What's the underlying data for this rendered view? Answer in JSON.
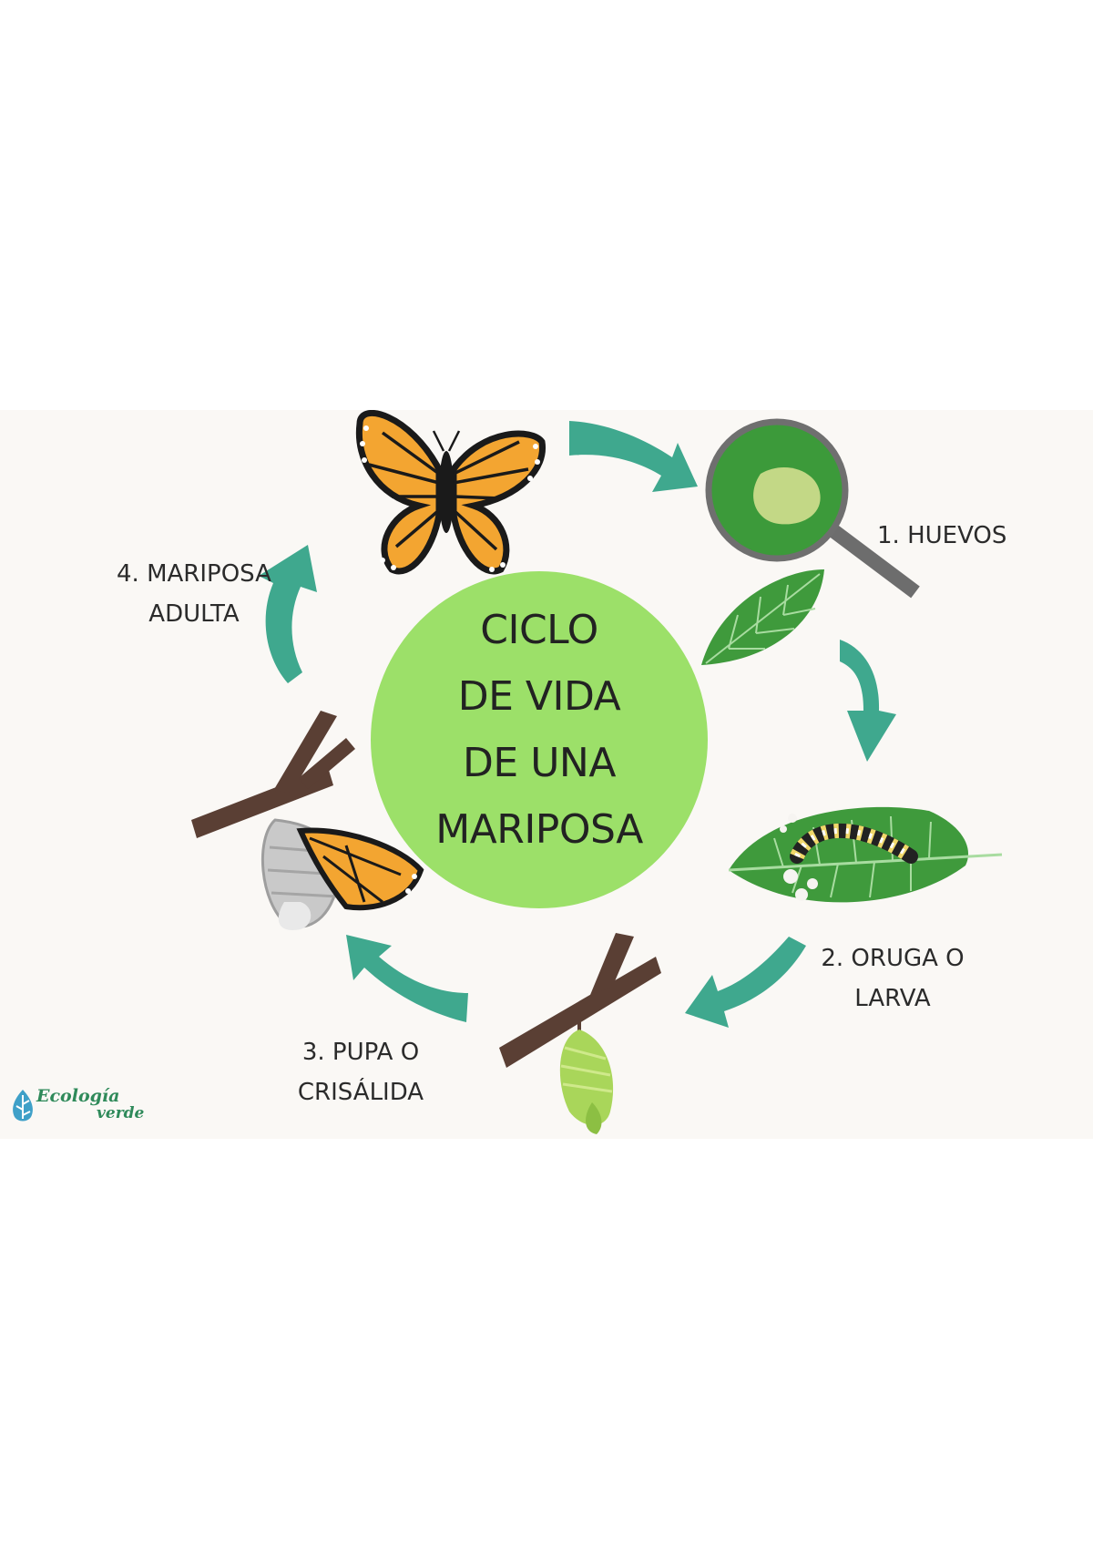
{
  "diagram": {
    "center_title": "CICLO\nDE VIDA\nDE UNA\nMARIPOSA",
    "stages": [
      {
        "label": "1. HUEVOS",
        "illustration": "magnifier-egg-on-leaf-icon"
      },
      {
        "label": "2. ORUGA O\nLARVA",
        "illustration": "caterpillar-on-leaf-icon"
      },
      {
        "label": "3. PUPA O\nCRISÁLIDA",
        "illustration": "chrysalis-on-branch-icon"
      },
      {
        "label": "4. MARIPOSA\nADULTA",
        "illustration": "butterfly-emerging-and-adult-icon"
      }
    ],
    "logo": {
      "top": "Ecología",
      "bottom": "verde"
    }
  },
  "colors": {
    "arrow": "#3fa88e",
    "center_circle": "#9ce069",
    "leaf": "#3f9a3c",
    "butterfly_orange": "#f3a531",
    "branch": "#5a3f34",
    "background": "#faf8f5"
  }
}
